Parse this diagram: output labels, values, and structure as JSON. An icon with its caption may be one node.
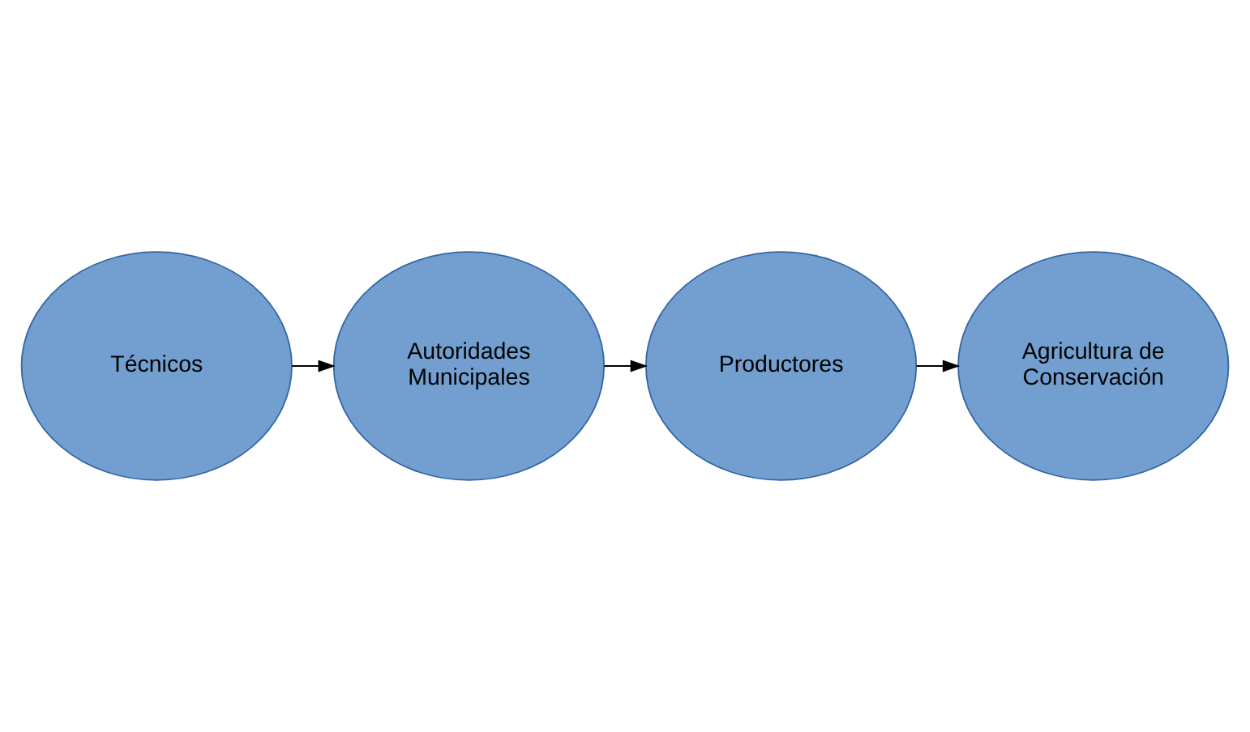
{
  "diagram": {
    "nodes": [
      {
        "text": [
          "Técnicos"
        ]
      },
      {
        "text": [
          "Autoridades Municipales"
        ]
      },
      {
        "text": [
          "Productores"
        ]
      },
      {
        "text": [
          "Agricultura de Conservación"
        ]
      }
    ],
    "edges": [
      {
        "from": 0,
        "to": 1,
        "arrow": "to"
      },
      {
        "from": 1,
        "to": 2,
        "arrow": "to"
      },
      {
        "from": 2,
        "to": 3,
        "arrow": "to"
      }
    ]
  }
}
